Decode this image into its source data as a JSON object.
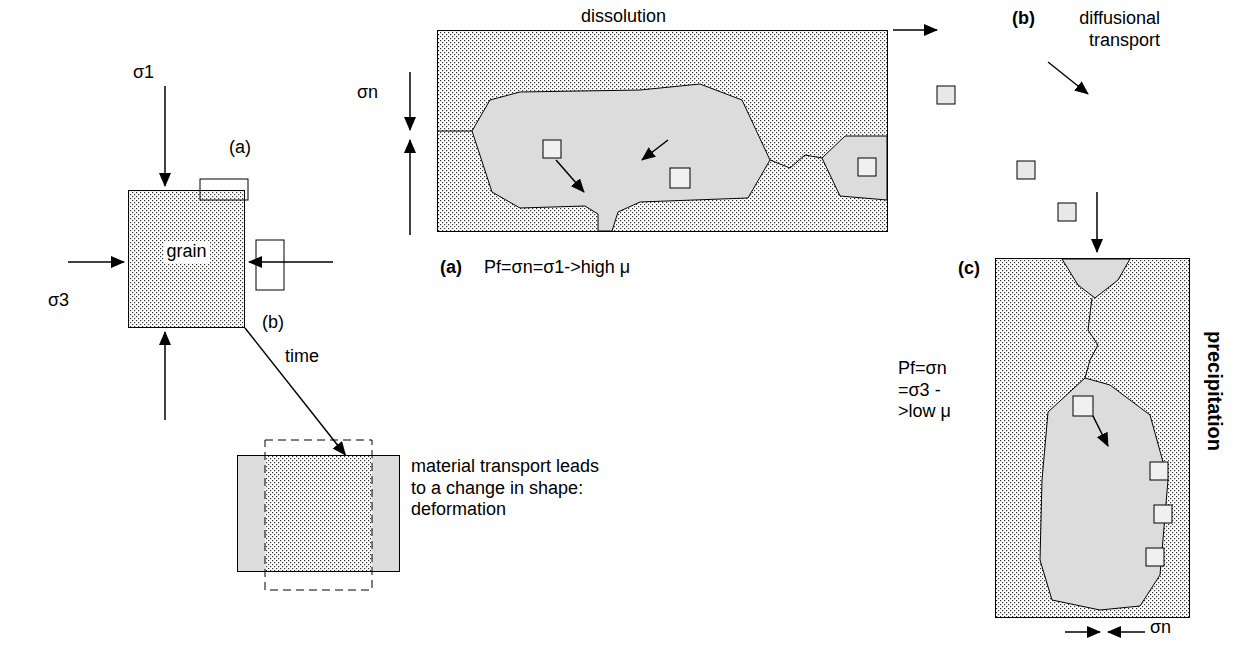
{
  "diagram": {
    "nodes": [
      {
        "text": [
          "grain"
        ]
      },
      {
        "text": [
          "dissolution"
        ]
      },
      {
        "text": [
          "precipitation"
        ]
      },
      {
        "text": [
          "material transport leads to a change in shape: deformation"
        ]
      }
    ],
    "edges": [
      {
        "from": 0,
        "to": 3,
        "arrow": "to",
        "label": "time"
      }
    ],
    "labels": [
      "σ1",
      "(a)",
      "σn",
      "(b)",
      "diffusional transport",
      "σ3",
      "(b)",
      "(a)",
      "Pf=σn=σ1->high μ",
      "(c)",
      "Pf=σn =σ3 ->low μ",
      "σn"
    ]
  }
}
